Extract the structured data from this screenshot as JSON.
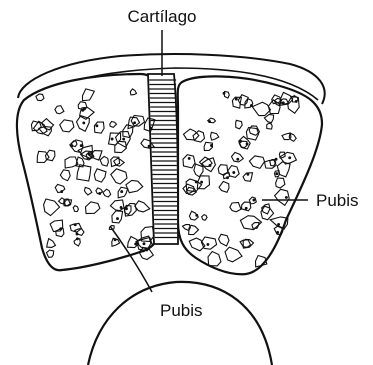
{
  "labels": {
    "cartilage": "Cartílago",
    "pubis_right": "Pubis",
    "pubis_bottom": "Pubis"
  },
  "colors": {
    "line": "#111111",
    "fill": "#ffffff"
  }
}
